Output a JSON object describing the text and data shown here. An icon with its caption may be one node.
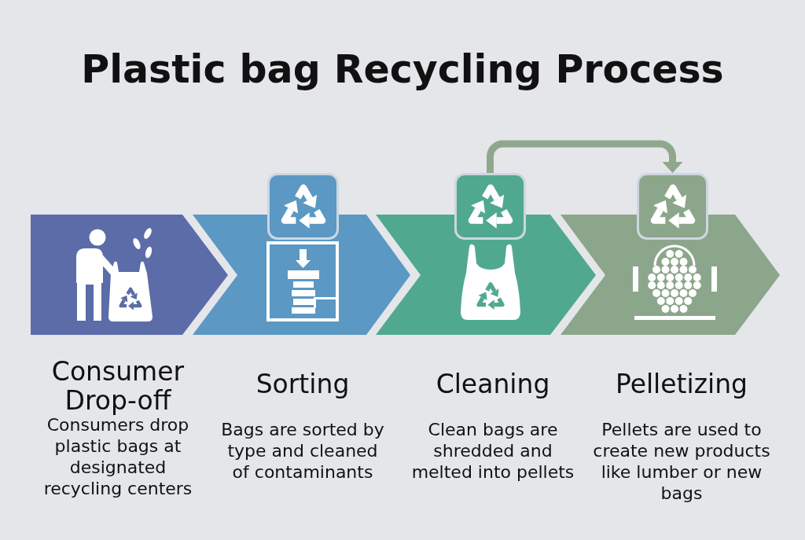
{
  "diagram": {
    "title": "Plastic bag Recycling Process",
    "nodes": [
      {
        "text": [
          "Consumer Drop-off",
          "Consumers drop plastic bags at designated recycling centers"
        ]
      },
      {
        "text": [
          "Sorting",
          "Bags are sorted by type and cleaned of contaminants"
        ]
      },
      {
        "text": [
          "Cleaning",
          "Clean bags are shredded and melted into pellets"
        ]
      },
      {
        "text": [
          "Pelletizing",
          "Pellets are used to create new products like lumber or new bags"
        ]
      },
      {
        "text": [],
        "shape": "box"
      },
      {
        "text": [],
        "shape": "box"
      },
      {
        "text": [],
        "shape": "box"
      }
    ],
    "edges": [
      {
        "from": 5,
        "to": 6,
        "arrow": "to"
      }
    ]
  }
}
